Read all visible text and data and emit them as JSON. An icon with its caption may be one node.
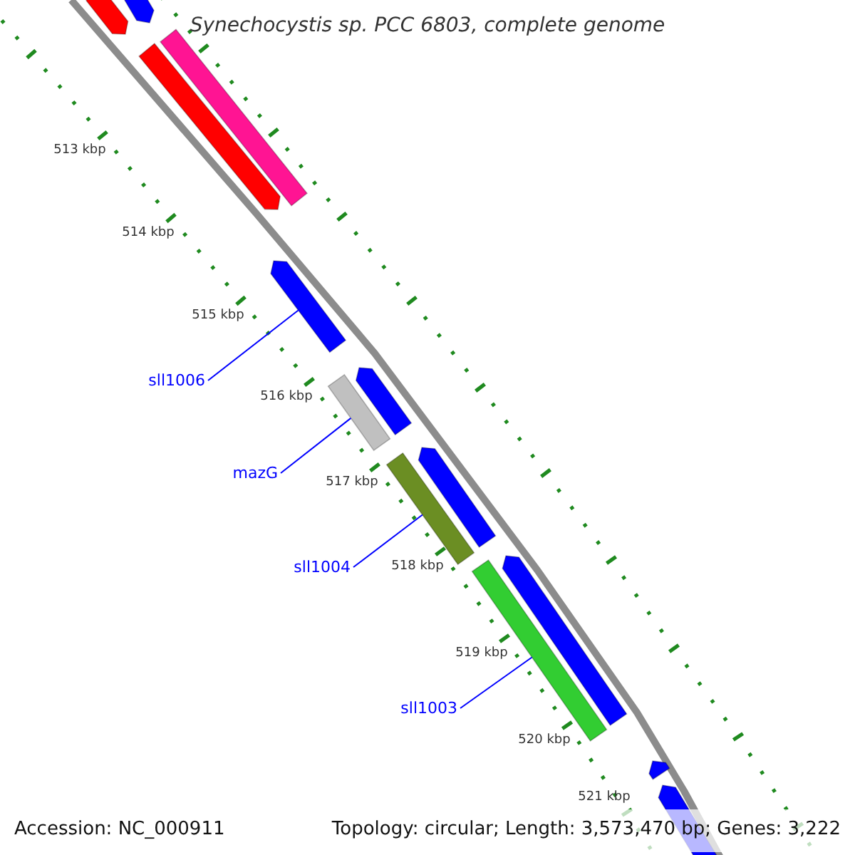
{
  "diagram": {
    "title": "Synechocystis sp. PCC 6803, complete genome",
    "nodes": [
      {
        "text": [
          "sll1006"
        ]
      },
      {
        "text": [
          "mazG"
        ]
      },
      {
        "text": [
          "sll1004"
        ]
      },
      {
        "text": [
          "sll1003"
        ]
      },
      {
        "text": [],
        "shape": "arrow"
      },
      {
        "text": [],
        "shape": "arrow"
      },
      {
        "text": [],
        "shape": "arrow"
      },
      {
        "text": [],
        "shape": "bar"
      },
      {
        "text": [],
        "shape": "arrow"
      },
      {
        "text": [],
        "shape": "arrow"
      },
      {
        "text": [],
        "shape": "bar"
      },
      {
        "text": [],
        "shape": "arrow"
      },
      {
        "text": [],
        "shape": "bar"
      },
      {
        "text": [],
        "shape": "arrow"
      },
      {
        "text": [],
        "shape": "bar"
      },
      {
        "text": [],
        "shape": "arrow"
      },
      {
        "text": [],
        "shape": "arrow"
      }
    ],
    "edges": [
      {
        "from": 0,
        "to": 8,
        "arrow": "none"
      },
      {
        "from": 1,
        "to": 10,
        "arrow": "none"
      },
      {
        "from": 2,
        "to": 12,
        "arrow": "none"
      },
      {
        "from": 3,
        "to": 14,
        "arrow": "none"
      }
    ],
    "labels": [
      "513 kbp",
      "514 kbp",
      "515 kbp",
      "516 kbp",
      "517 kbp",
      "518 kbp",
      "519 kbp",
      "520 kbp",
      "521 kbp",
      "Accession: NC_000911",
      "Topology: circular; Length: 3,573,470 bp; Genes: 3,222"
    ]
  }
}
